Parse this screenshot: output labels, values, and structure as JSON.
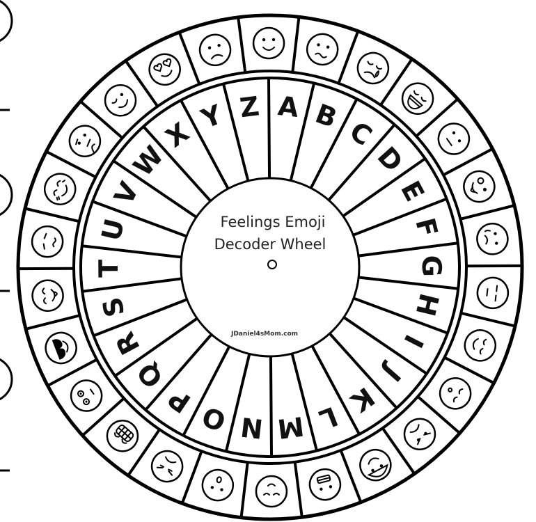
{
  "wheel": {
    "title_line1": "Feelings Emoji",
    "title_line2": "Decoder Wheel",
    "credit": "JDaniel4sMom.com"
  },
  "letters": [
    "A",
    "B",
    "C",
    "D",
    "E",
    "F",
    "G",
    "H",
    "I",
    "J",
    "K",
    "L",
    "M",
    "N",
    "O",
    "P",
    "Q",
    "R",
    "S",
    "T",
    "U",
    "V",
    "W",
    "X",
    "Y",
    "Z"
  ],
  "emojis": [
    "worried-face-icon",
    "crying-face-icon",
    "laughing-face-icon",
    "neutral-face-icon",
    "crazy-tongue-face-icon",
    "tearful-face-icon",
    "side-eye-face-icon",
    "content-face-icon",
    "sleepy-face-icon",
    "angry-face-icon",
    "cap-face-icon",
    "grimacing-face-icon",
    "relieved-face-icon",
    "surprised-face-icon",
    "angry-frown-face-icon",
    "braces-face-icon",
    "wide-eyed-face-icon",
    "sunglasses-face-icon",
    "tongue-out-face-icon",
    "pensive-face-icon",
    "blushing-face-icon",
    "thinking-face-icon",
    "winking-face-icon",
    "heart-eyes-face-icon",
    "sad-face-icon",
    "happy-face-icon"
  ]
}
